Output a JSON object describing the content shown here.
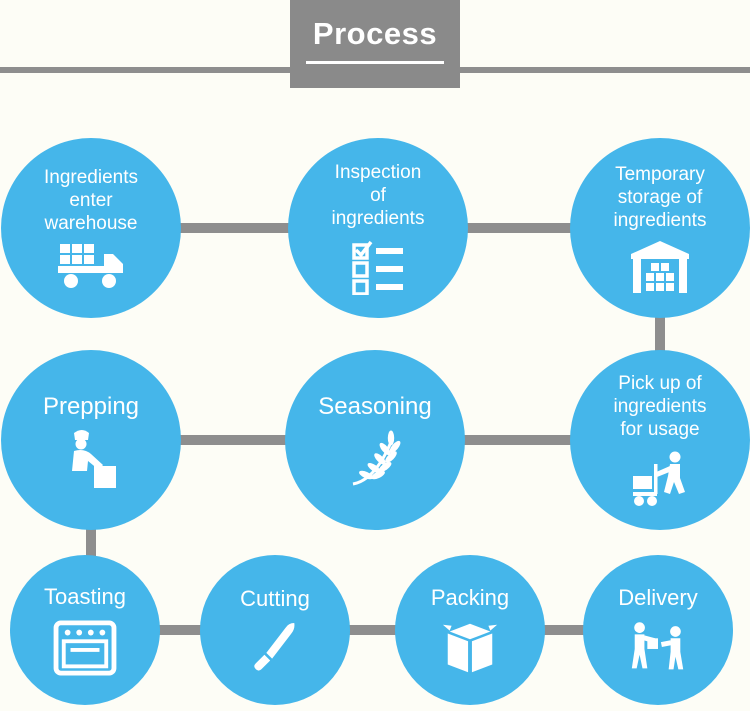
{
  "header": {
    "title": "Process"
  },
  "colors": {
    "circle_blue": "#45b6ea",
    "connector_gray": "#8e8e8e",
    "header_gray": "#8a8a8a",
    "background": "#fdfdf6",
    "text_white": "#ffffff"
  },
  "rows": [
    {
      "nodes": [
        {
          "label": "Ingredients\nenter\nwarehouse",
          "icon": "delivery-truck-icon"
        },
        {
          "label": "Inspection\nof\ningredients",
          "icon": "checklist-icon"
        },
        {
          "label": "Temporary\nstorage of\ningredients",
          "icon": "warehouse-icon"
        }
      ]
    },
    {
      "nodes": [
        {
          "label": "Prepping",
          "icon": "chef-prepping-icon"
        },
        {
          "label": "Seasoning",
          "icon": "wheat-icon"
        },
        {
          "label": "Pick up of\ningredients\nfor usage",
          "icon": "hand-truck-icon"
        }
      ]
    },
    {
      "nodes": [
        {
          "label": "Toasting",
          "icon": "oven-icon"
        },
        {
          "label": "Cutting",
          "icon": "knife-icon"
        },
        {
          "label": "Packing",
          "icon": "box-icon"
        },
        {
          "label": "Delivery",
          "icon": "delivery-people-icon"
        }
      ]
    }
  ]
}
